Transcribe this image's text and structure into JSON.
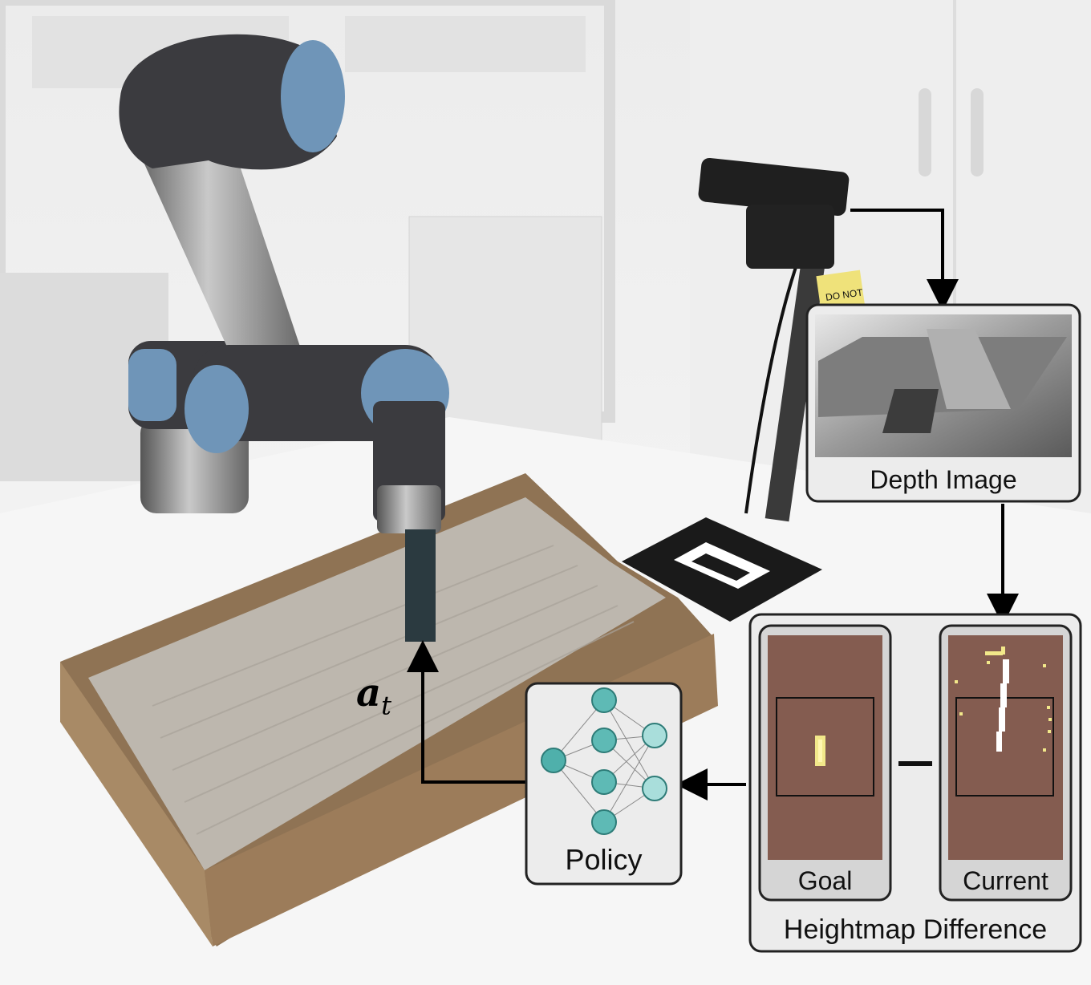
{
  "labels": {
    "depth_image": "Depth Image",
    "goal": "Goal",
    "current": "Current",
    "heightmap_difference": "Heightmap Difference",
    "policy": "Policy",
    "action_symbol": "a",
    "action_subscript": "t",
    "minus": "–",
    "sticky_note": "DO NOT"
  },
  "colors": {
    "panel_fill": "#ececec",
    "panel_stroke": "#222222",
    "heightmap_bg": "#845c50",
    "goal_marker": "#f2e88a",
    "policy_node": "#78c8c4",
    "policy_node_dark": "#4fb0ab",
    "sand": "#bdb7ae",
    "wood": "#a88a66",
    "robot_blue": "#6f95b8",
    "robot_dark": "#3b3b3f"
  },
  "icons": [
    "neural-network-icon",
    "arrow-icon"
  ]
}
